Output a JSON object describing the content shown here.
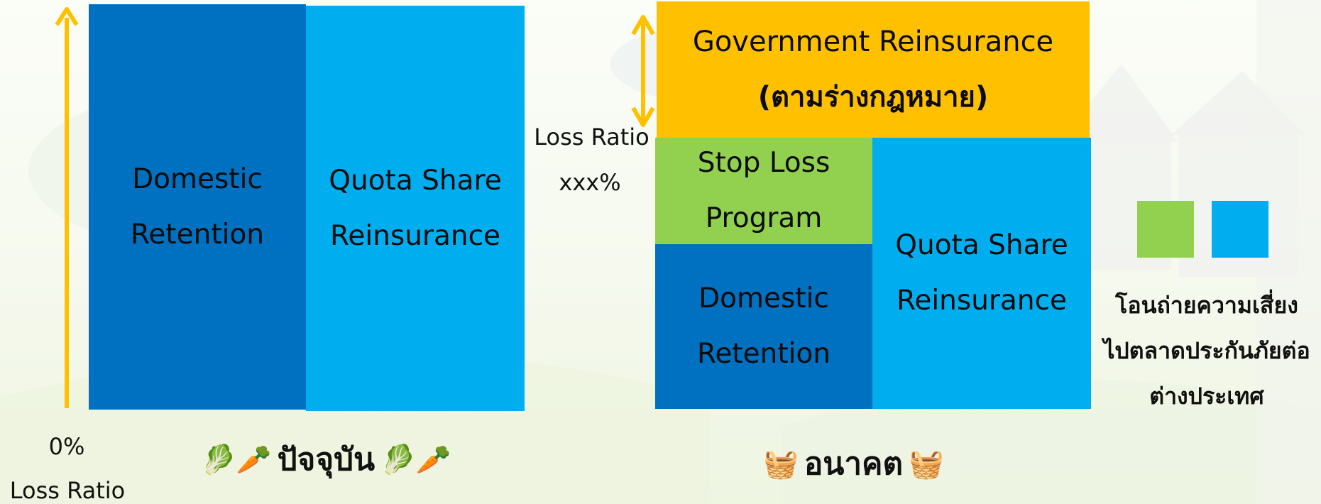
{
  "current": {
    "caption": "ปัจจุบัน",
    "caption_icon": "🥬🥕",
    "domestic_line1": "Domestic",
    "domestic_line2": "Retention",
    "quota_line1": "Quota Share",
    "quota_line2": "Reinsurance",
    "axis_label_value": "0%",
    "axis_label_name": "Loss Ratio"
  },
  "future": {
    "caption": "อนาคต",
    "caption_icon": "🧺",
    "gov_line1": "Government Reinsurance",
    "gov_line2": "(ตามร่างกฎหมาย)",
    "stoploss_line1": "Stop Loss",
    "stoploss_line2": "Program",
    "domestic_line1": "Domestic",
    "domestic_line2": "Retention",
    "quota_line1": "Quota Share",
    "quota_line2": "Reinsurance",
    "threshold_label": "Loss Ratio",
    "threshold_value": "xxx%"
  },
  "legend": {
    "line1": "โอนถ่ายความเสี่ยง",
    "line2": "ไปตลาดประกันภัยต่อ",
    "line3": "ต่างประเทศ",
    "swatch_colors": [
      "#92d050",
      "#00aeef"
    ]
  },
  "colors": {
    "dark_blue": "#0070c0",
    "light_blue": "#00aeef",
    "gold": "#ffc000",
    "green": "#92d050",
    "arrow": "#ffc000"
  }
}
